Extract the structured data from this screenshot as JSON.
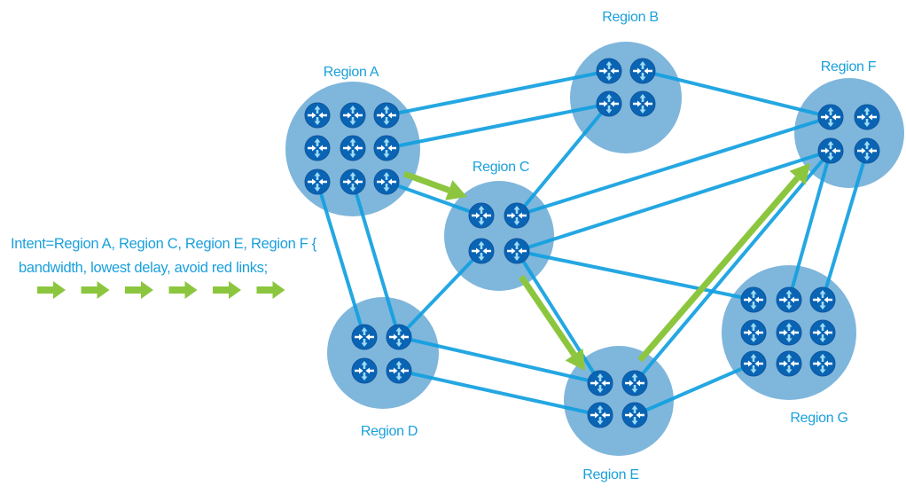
{
  "intent": {
    "line1": "Intent=Region A, Region C, Region E, Region F {",
    "line2": "bandwidth, lowest delay, avoid red links;",
    "arrow_count": 6
  },
  "colors": {
    "region_fill": "#7fb6dc",
    "router_fill": "#0a64b4",
    "link": "#12a0e0",
    "path": "#8cc63f",
    "label": "#1aa0dc"
  },
  "regions": [
    {
      "id": "A",
      "label": "Region A",
      "routers": 9
    },
    {
      "id": "B",
      "label": "Region B",
      "routers": 4
    },
    {
      "id": "C",
      "label": "Region C",
      "routers": 4
    },
    {
      "id": "D",
      "label": "Region D",
      "routers": 4
    },
    {
      "id": "E",
      "label": "Region E",
      "routers": 4
    },
    {
      "id": "F",
      "label": "Region F",
      "routers": 4
    },
    {
      "id": "G",
      "label": "Region G",
      "routers": 9
    }
  ],
  "links": [
    [
      "A",
      2,
      "B",
      0
    ],
    [
      "A",
      5,
      "B",
      2
    ],
    [
      "A",
      8,
      "C",
      0
    ],
    [
      "B",
      2,
      "C",
      1
    ],
    [
      "B",
      1,
      "F",
      0
    ],
    [
      "C",
      1,
      "F",
      0
    ],
    [
      "C",
      3,
      "F",
      2
    ],
    [
      "C",
      3,
      "G",
      0
    ],
    [
      "C",
      3,
      "E",
      0
    ],
    [
      "C",
      2,
      "D",
      1
    ],
    [
      "A",
      6,
      "D",
      0
    ],
    [
      "A",
      7,
      "D",
      1
    ],
    [
      "D",
      1,
      "E",
      0
    ],
    [
      "D",
      3,
      "E",
      2
    ],
    [
      "E",
      1,
      "F",
      2
    ],
    [
      "E",
      3,
      "G",
      6
    ],
    [
      "F",
      2,
      "G",
      1
    ],
    [
      "F",
      3,
      "G",
      2
    ]
  ],
  "intent_path": [
    "A",
    "C",
    "E",
    "F"
  ]
}
